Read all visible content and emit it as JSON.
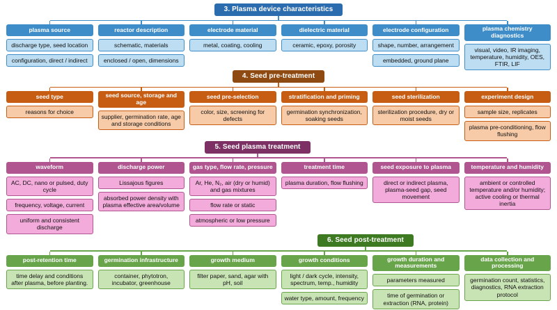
{
  "page": {
    "background": "#FFFFFF"
  },
  "sections": [
    {
      "id": "plasma-device-characteristics",
      "title": "3. Plasma device characteristics",
      "colors": {
        "header_bg": "#2B6CAE",
        "header_text": "#FFFFFF",
        "column_bg": "#3E8DC9",
        "column_text": "#FFFFFF",
        "item_bg": "#BCDDF2",
        "item_border": "#3E8DC9",
        "item_text": "#111111",
        "line": "#3E8DC9"
      },
      "columns": [
        {
          "label": "plasma source",
          "items": [
            "discharge type, seed location",
            "configuration, direct / indirect"
          ]
        },
        {
          "label": "reactor description",
          "items": [
            "schematic, materials",
            "enclosed / open, dimensions"
          ]
        },
        {
          "label": "electrode material",
          "items": [
            "metal, coating, cooling"
          ]
        },
        {
          "label": "dielectric material",
          "items": [
            "ceramic, epoxy, porosity"
          ]
        },
        {
          "label": "electrode configuration",
          "items": [
            "shape, number, arrangement",
            "embedded, ground plane"
          ]
        },
        {
          "label": "plasma chemistry diagnostics",
          "items": [
            "visual, video, IR imaging, temperature, humidity, OES, FTIR, LIF"
          ]
        }
      ]
    },
    {
      "id": "seed-pre-treatment",
      "title": "4. Seed pre-treatment",
      "colors": {
        "header_bg": "#8E4A10",
        "header_text": "#FFFFFF",
        "column_bg": "#C75C13",
        "column_text": "#FFFFFF",
        "item_bg": "#F7CBA8",
        "item_border": "#C75C13",
        "item_text": "#111111",
        "line": "#C75C13"
      },
      "columns": [
        {
          "label": "seed type",
          "items": [
            "reasons for choice"
          ]
        },
        {
          "label": "seed source, storage and age",
          "items": [
            "supplier, germination rate, age and storage conditions"
          ]
        },
        {
          "label": "seed pre-selection",
          "items": [
            "color, size, screening for defects"
          ]
        },
        {
          "label": "stratification and priming",
          "items": [
            "germination synchronization, soaking seeds"
          ]
        },
        {
          "label": "seed sterilization",
          "items": [
            "sterilization procedure, dry or moist seeds"
          ]
        },
        {
          "label": "experiment design",
          "items": [
            "sample size, replicates",
            "plasma pre-conditioning, flow flushing"
          ]
        }
      ]
    },
    {
      "id": "seed-plasma-treatment",
      "title": "5. Seed plasma treatment",
      "colors": {
        "header_bg": "#7C3063",
        "header_text": "#FFFFFF",
        "column_bg": "#B0558F",
        "column_text": "#FFFFFF",
        "item_bg": "#F3ABDB",
        "item_border": "#B0558F",
        "item_text": "#111111",
        "line": "#B0558F"
      },
      "columns": [
        {
          "label": "waveform",
          "items": [
            "AC, DC, nano or pulsed, duty cycle",
            "frequency, voltage, current",
            "uniform and consistent discharge"
          ]
        },
        {
          "label": "discharge power",
          "items": [
            "Lissajous figures",
            "absorbed power density with plasma effective area/volume"
          ]
        },
        {
          "label": "gas type, flow rate, pressure",
          "items": [
            "Ar, He, N₂, air (dry or humid) and gas mixtures",
            "flow rate or static",
            "atmospheric or low pressure"
          ]
        },
        {
          "label": "treatment time",
          "items": [
            "plasma duration, flow flushing"
          ]
        },
        {
          "label": "seed exposure to plasma",
          "items": [
            "direct or indirect plasma, plasma-seed gap, seed movement"
          ]
        },
        {
          "label": "temperature and humidity",
          "items": [
            "ambient or controlled temperature and/or humidity; active cooling or thermal inertia"
          ]
        }
      ]
    },
    {
      "id": "seed-post-treatment",
      "title": "6. Seed post-treatment",
      "colors": {
        "header_bg": "#3E7A22",
        "header_text": "#FFFFFF",
        "column_bg": "#67A44A",
        "column_text": "#FFFFFF",
        "item_bg": "#C9E4B4",
        "item_border": "#67A44A",
        "item_text": "#111111",
        "line": "#67A44A"
      },
      "columns": [
        {
          "label": "post-retention time",
          "items": [
            "time delay and conditions after plasma, before planting."
          ]
        },
        {
          "label": "germination infrastructure",
          "items": [
            "container, phytotron, incubator, greenhouse"
          ]
        },
        {
          "label": "growth medium",
          "items": [
            "filter paper, sand, agar with pH, soil"
          ]
        },
        {
          "label": "growth conditions",
          "items": [
            "light / dark cycle, intensity, spectrum, temp., humidity",
            "water type, amount, frequency"
          ]
        },
        {
          "label": "growth duration and measurements",
          "items": [
            "parameters measured",
            "time of germination or extraction (RNA, protein)"
          ]
        },
        {
          "label": "data collection and processing",
          "items": [
            "germination count, statistics, diagnostics, RNA extraction protocol"
          ]
        }
      ]
    }
  ]
}
